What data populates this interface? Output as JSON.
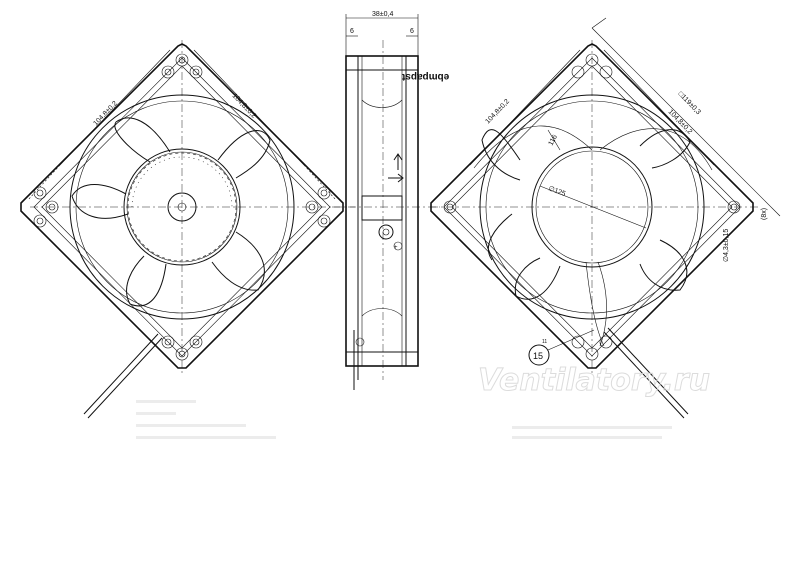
{
  "front_view": {
    "dim_side_top_left": "104,8±0,2",
    "dim_side_top_right": "104,8±0,2"
  },
  "side_view": {
    "dim_width": "38±0,4",
    "dim_flange_left": "6",
    "dim_flange_right": "6",
    "brand_label": "ebmpapst"
  },
  "back_view": {
    "dim_side_top_left": "104,8±0,2",
    "dim_square": "□119±0,3",
    "dim_side_right": "104,8±0,2",
    "dim_hub_dia": "∅125",
    "dim_blade": "116",
    "dim_hole": "∅4,3±0,15",
    "dim_hole_count": "(8x)",
    "callout_number": "15",
    "callout_sup": "11"
  },
  "watermark": "Ventilatory.ru"
}
